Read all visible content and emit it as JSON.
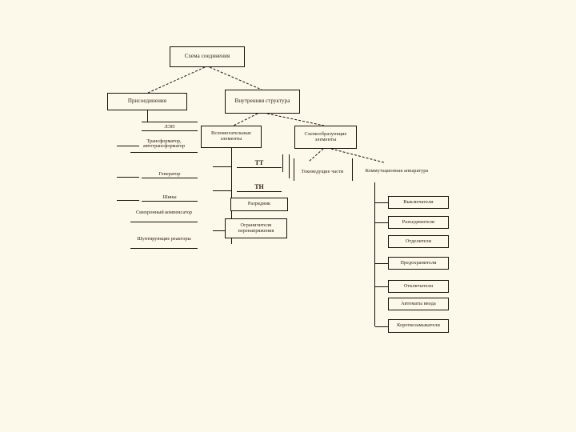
{
  "page": {
    "title": "Схема соединения",
    "background_color": "#fdf9ea",
    "line_color": "#1a1208",
    "text_color": "#241a0c"
  },
  "diagram": {
    "type": "tree",
    "language": "ru",
    "root": {
      "label": "Схема соединения"
    },
    "level2": [
      {
        "label": "Присоединения"
      },
      {
        "label": "Внутренняя структура"
      }
    ],
    "connections_list": [
      {
        "label": "ЛЭП"
      },
      {
        "label": "Трансформатор, автотрансформатор"
      },
      {
        "label": "Генератор"
      },
      {
        "label": "Шины"
      },
      {
        "label": "Синхронный компенсатор"
      },
      {
        "label": "Шунтирующие реакторы"
      }
    ],
    "level3": [
      {
        "label": "Вспомогательные элементы"
      },
      {
        "label": "Схемообразующие элементы"
      }
    ],
    "auxiliary_items": [
      {
        "label": "ТТ"
      },
      {
        "label": "ТН"
      },
      {
        "label": "Разрядник"
      },
      {
        "label": "Ограничители перенапряжения"
      }
    ],
    "level4": [
      {
        "label": "Токоведущие части"
      },
      {
        "label": "Коммутационная аппаратура"
      }
    ],
    "switchgear_items": [
      {
        "label": "Выключатели"
      },
      {
        "label": "Разъединители"
      },
      {
        "label": "Отделители"
      },
      {
        "label": "Предохранители"
      },
      {
        "label": "Отключатели"
      },
      {
        "label": "Автоматы ввода"
      },
      {
        "label": "Короткозамыкатели"
      }
    ]
  }
}
